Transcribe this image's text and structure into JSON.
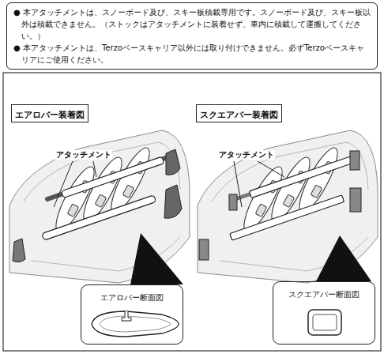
{
  "diagram": {
    "nodes": [
      {
        "text": [
          "● 本アタッチメントは、スノーボード及び、スキー板積載専用です。スノーボード及び、スキー板以外は積載できません。（ストックはアタッチメントに装着せず、車内に積載して運搬してください。）",
          "● 本アタッチメントは、Terzoベースキャリア以外には取り付けできません。必ずTerzoベースキャリアにご使用ください。"
        ]
      },
      {
        "text": [
          "エアロバー装着図"
        ]
      },
      {
        "text": [
          "スクエアバー装着図"
        ]
      },
      {
        "text": [
          "エアロバー断面図"
        ]
      },
      {
        "text": [
          "スクエアバー断面図"
        ]
      }
    ],
    "labels": [
      "アタッチメント",
      "アタッチメント"
    ]
  }
}
